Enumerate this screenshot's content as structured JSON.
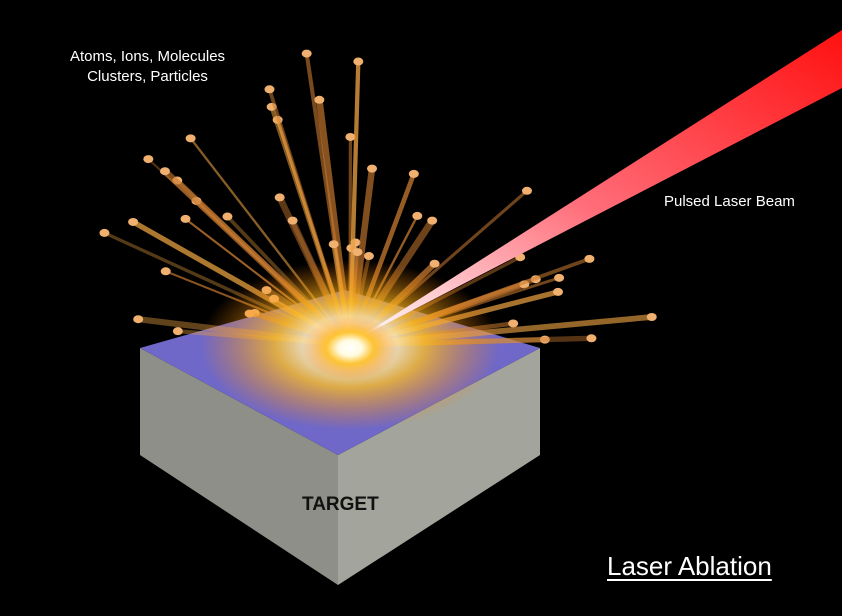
{
  "labels": {
    "particles_line1": "Atoms, Ions, Molecules",
    "particles_line2": "Clusters, Particles",
    "beam": "Pulsed Laser Beam",
    "target": "TARGET",
    "title": "Laser Ablation"
  },
  "colors": {
    "background": "#000000",
    "target_side_left": "#8e8f88",
    "target_side_right": "#a3a49c",
    "target_top": "#6f68c8",
    "laser": "#ff1a1a",
    "plume": "#ff9a10"
  }
}
